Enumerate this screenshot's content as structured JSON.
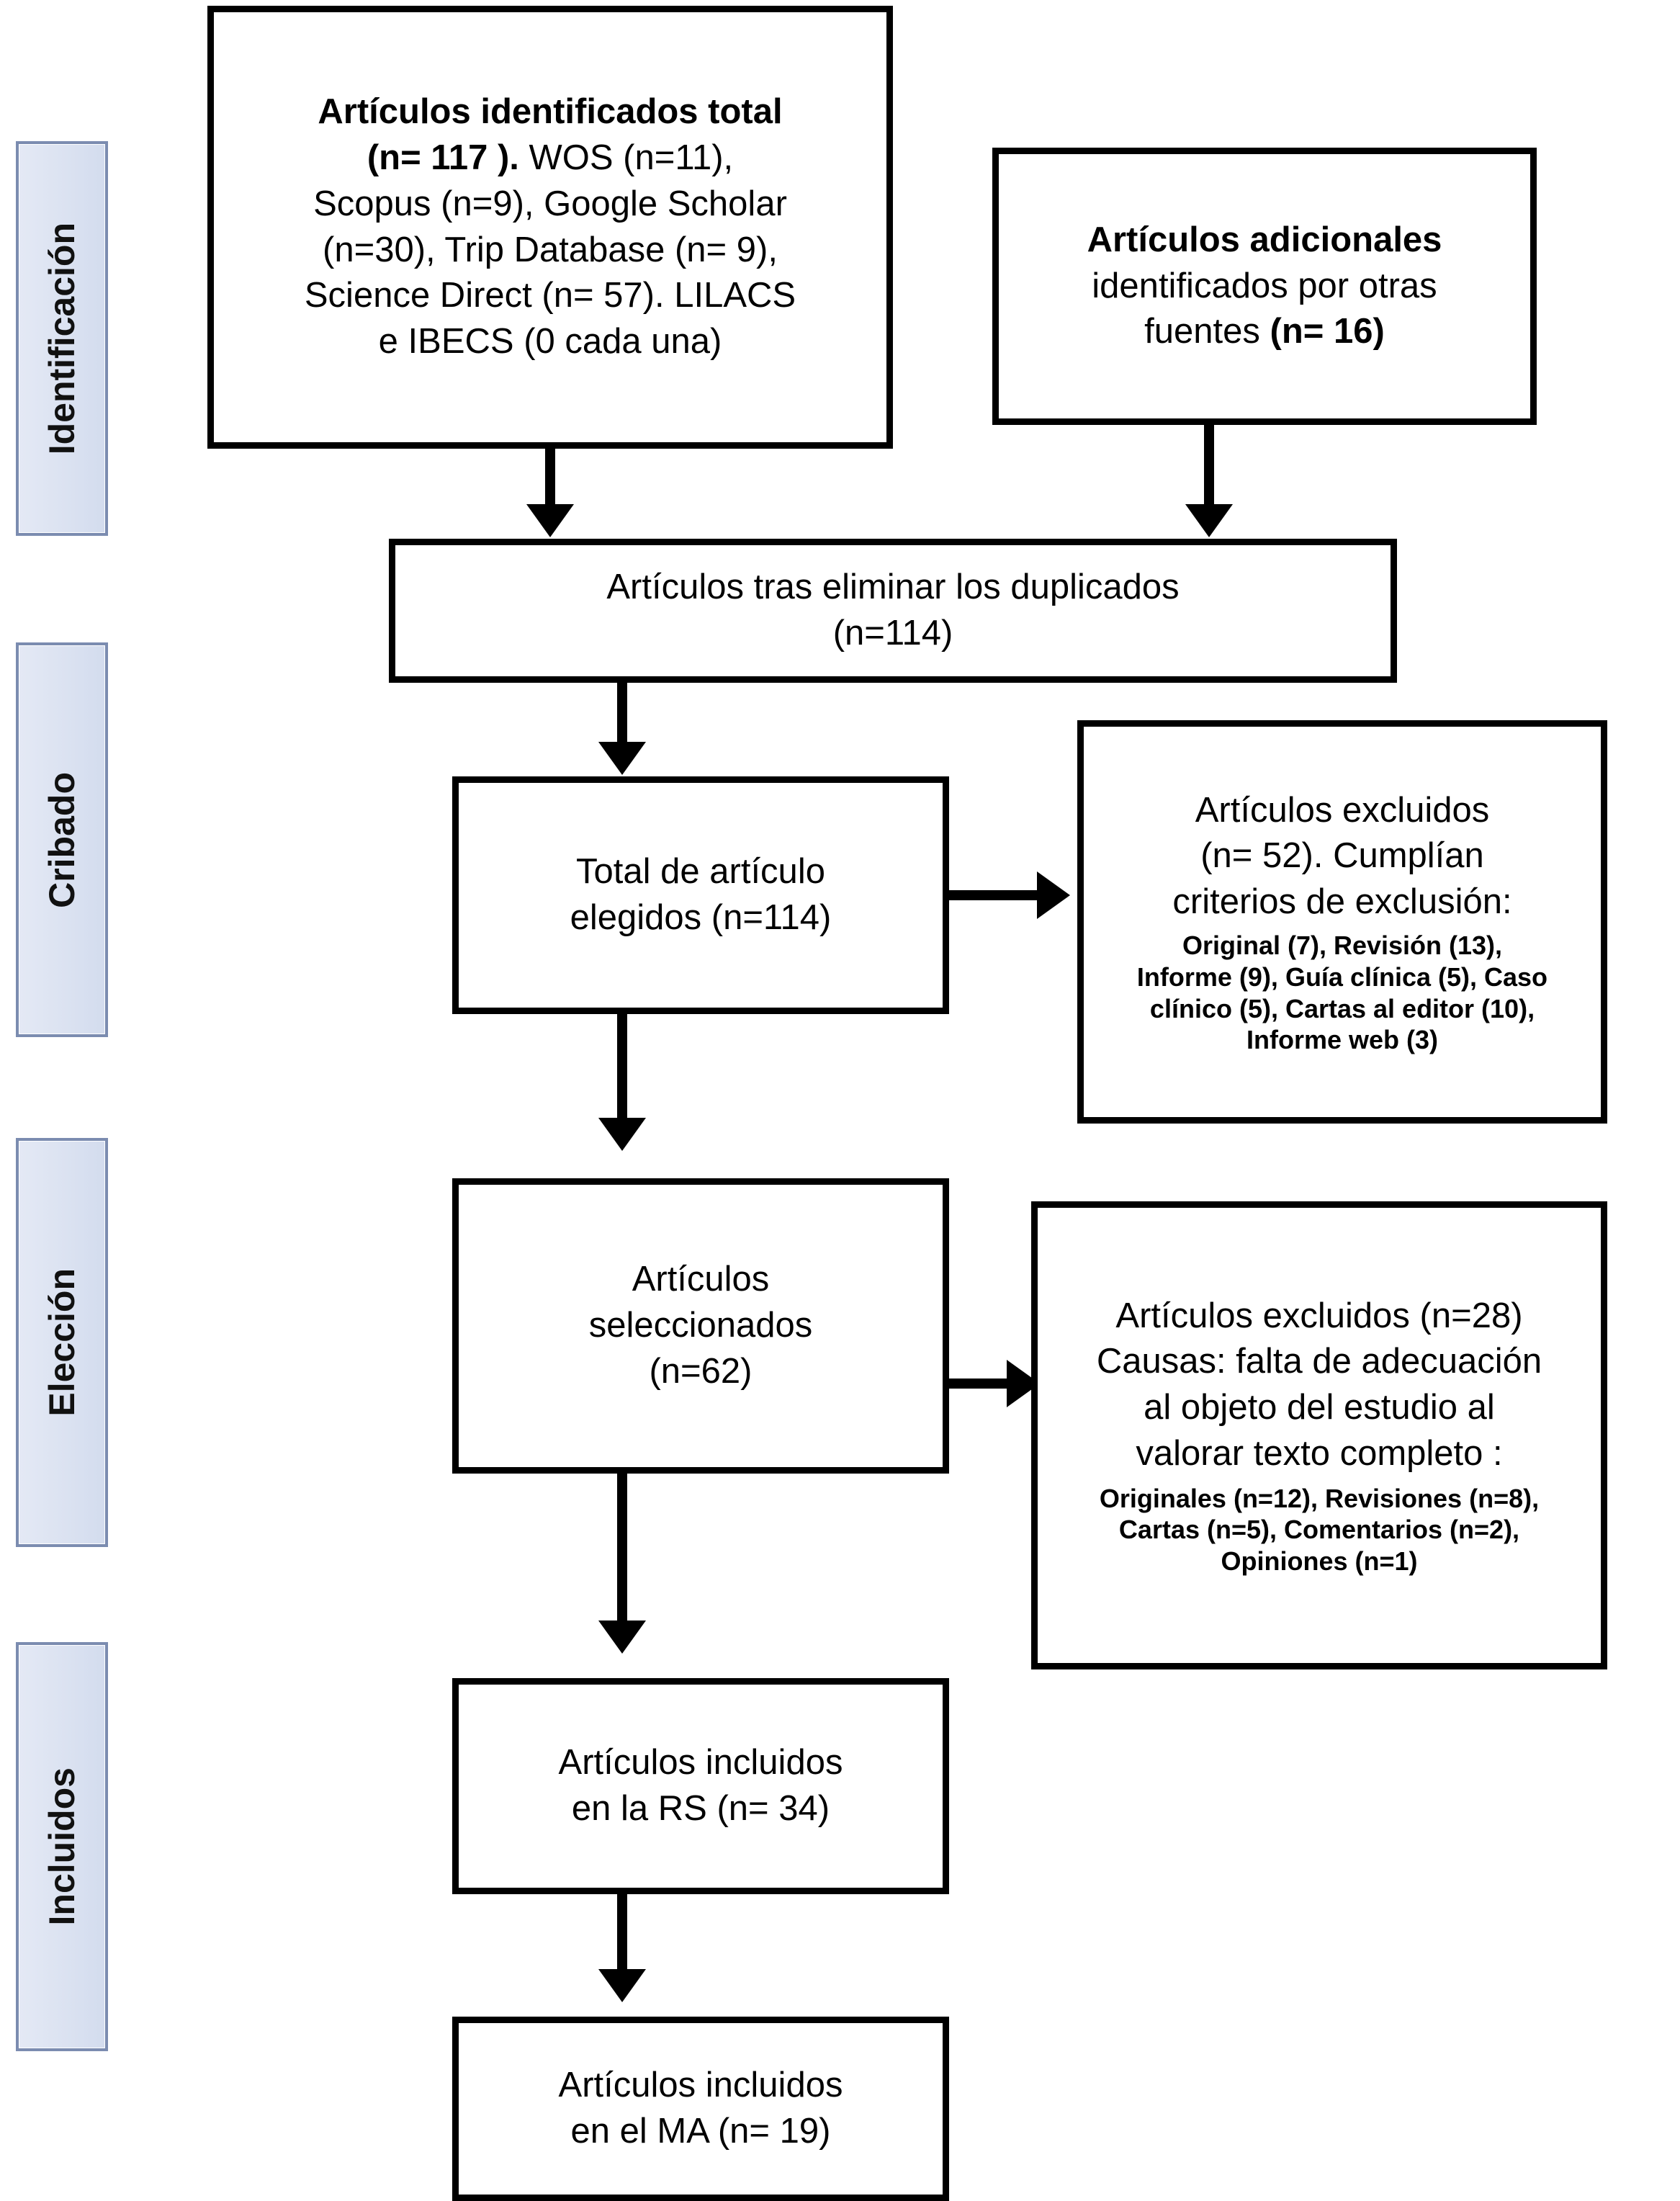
{
  "diagram": {
    "title": "PRISMA flow diagram",
    "stages": [
      {
        "label": "Identificación"
      },
      {
        "label": "Cribado"
      },
      {
        "label": "Elección"
      },
      {
        "label": "Incluidos"
      }
    ],
    "boxes": {
      "identified_total": {
        "heading": "Artículos identificados total",
        "line2_bold": "(n= 117 ).",
        "line2_rest": " WOS (n=11),",
        "line3": "Scopus (n=9), Google Scholar",
        "line4": "(n=30), Trip Database (n= 9),",
        "line5": "Science Direct (n= 57). LILACS",
        "line6": "e IBECS (0 cada una)"
      },
      "additional_sources": {
        "heading": "Artículos adicionales",
        "line2": "identificados por otras",
        "line3_rest": "fuentes ",
        "line3_bold": "(n= 16)"
      },
      "duplicates_removed": {
        "line1": "Artículos tras eliminar los duplicados",
        "line2": "(n=114)"
      },
      "screened": {
        "line1": "Total de artículo",
        "line2": "elegidos (n=114)"
      },
      "excluded_screening": {
        "line1": "Artículos excluidos",
        "line2": "(n= 52). Cumplían",
        "line3": "criterios de exclusión:",
        "detail1": "Original (7), Revisión (13),",
        "detail2": "Informe (9), Guía clínica (5), Caso",
        "detail3": "clínico (5), Cartas al editor (10),",
        "detail4": "Informe web (3)"
      },
      "eligible": {
        "line1": "Artículos",
        "line2": "seleccionados",
        "line3": "(n=62)"
      },
      "excluded_eligibility": {
        "line1": "Artículos excluidos (n=28)",
        "line2": "Causas: falta de adecuación",
        "line3": "al objeto del estudio al",
        "line4": "valorar texto completo :",
        "detail1": "Originales (n=12), Revisiones (n=8),",
        "detail2": "Cartas (n=5), Comentarios (n=2),",
        "detail3": "Opiniones (n=1)"
      },
      "included_rs": {
        "line1": "Artículos incluidos",
        "line2": "en la RS (n= 34)"
      },
      "included_ma": {
        "line1": "Artículos incluidos",
        "line2": "en el MA (n= 19)"
      }
    },
    "colors": {
      "box_border": "#000000",
      "box_fill": "#ffffff",
      "chip_fill": "#dce3f1",
      "chip_border": "#7b8cb0",
      "connector": "#000000"
    },
    "counts": {
      "identified_total": 117,
      "wos": 11,
      "scopus": 9,
      "google_scholar": 30,
      "trip_database": 9,
      "science_direct": 57,
      "lilacs": 0,
      "ibecs": 0,
      "additional_sources": 16,
      "after_duplicates": 114,
      "screened": 114,
      "excluded_screening": 52,
      "excluded_original": 7,
      "excluded_revision": 13,
      "excluded_informe": 9,
      "excluded_guia_clinica": 5,
      "excluded_caso_clinico": 5,
      "excluded_cartas_editor": 10,
      "excluded_informe_web": 3,
      "eligible": 62,
      "excluded_eligibility": 28,
      "excluded_originales": 12,
      "excluded_revisiones": 8,
      "excluded_cartas": 5,
      "excluded_comentarios": 2,
      "excluded_opiniones": 1,
      "included_rs": 34,
      "included_ma": 19
    }
  }
}
